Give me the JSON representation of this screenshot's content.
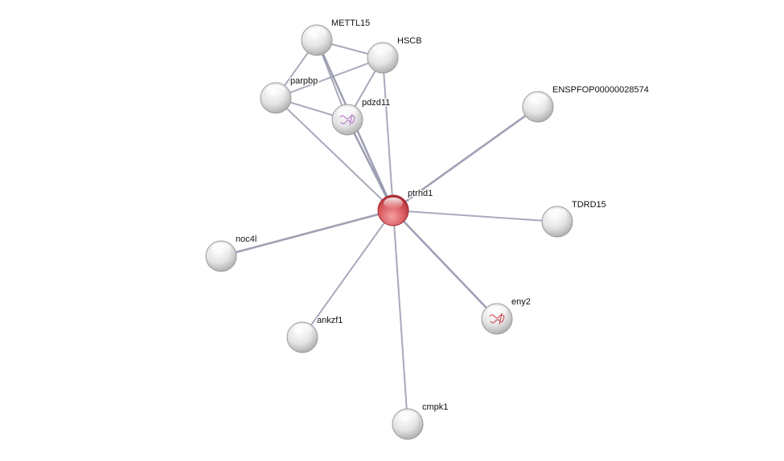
{
  "network": {
    "query_node": "ptrhd1",
    "colors": {
      "query": "#d9585d",
      "neighbor": "#e2e2e2",
      "edge": "#9a9cb0"
    },
    "nodes": [
      {
        "id": "METTL15",
        "label": "METTL15",
        "type": "neighbor"
      },
      {
        "id": "HSCB",
        "label": "HSCB",
        "type": "neighbor"
      },
      {
        "id": "parpbp",
        "label": "parpbp",
        "type": "neighbor"
      },
      {
        "id": "pdzd11",
        "label": "pdzd11",
        "type": "neighbor",
        "structure": true
      },
      {
        "id": "ENSPFOP00000028574",
        "label": "ENSPFOP00000028574",
        "type": "neighbor"
      },
      {
        "id": "ptrhd1",
        "label": "ptrhd1",
        "type": "query"
      },
      {
        "id": "TDRD15",
        "label": "TDRD15",
        "type": "neighbor"
      },
      {
        "id": "noc4l",
        "label": "noc4l",
        "type": "neighbor"
      },
      {
        "id": "ankzf1",
        "label": "ankzf1",
        "type": "neighbor"
      },
      {
        "id": "eny2",
        "label": "eny2",
        "type": "neighbor",
        "structure": true
      },
      {
        "id": "cmpk1",
        "label": "cmpk1",
        "type": "neighbor"
      }
    ],
    "edges": [
      [
        "METTL15",
        "HSCB"
      ],
      [
        "METTL15",
        "parpbp"
      ],
      [
        "METTL15",
        "pdzd11"
      ],
      [
        "METTL15",
        "ptrhd1"
      ],
      [
        "HSCB",
        "parpbp"
      ],
      [
        "HSCB",
        "pdzd11"
      ],
      [
        "HSCB",
        "ptrhd1"
      ],
      [
        "parpbp",
        "pdzd11"
      ],
      [
        "parpbp",
        "ptrhd1"
      ],
      [
        "pdzd11",
        "ptrhd1"
      ],
      [
        "ENSPFOP00000028574",
        "ptrhd1"
      ],
      [
        "TDRD15",
        "ptrhd1"
      ],
      [
        "noc4l",
        "ptrhd1"
      ],
      [
        "ankzf1",
        "ptrhd1"
      ],
      [
        "eny2",
        "ptrhd1"
      ],
      [
        "cmpk1",
        "ptrhd1"
      ]
    ]
  }
}
